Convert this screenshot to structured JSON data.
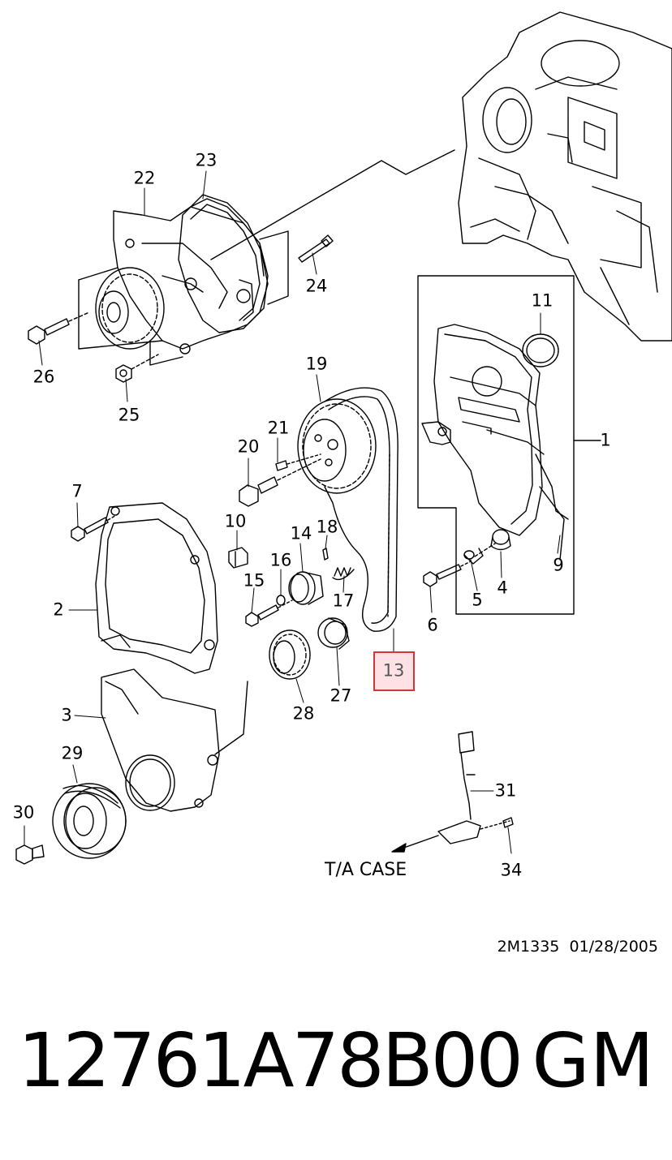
{
  "diagram": {
    "callouts": [
      {
        "id": "1",
        "label": "1"
      },
      {
        "id": "2",
        "label": "2"
      },
      {
        "id": "3",
        "label": "3"
      },
      {
        "id": "4",
        "label": "4"
      },
      {
        "id": "5",
        "label": "5"
      },
      {
        "id": "6",
        "label": "6"
      },
      {
        "id": "7",
        "label": "7"
      },
      {
        "id": "9",
        "label": "9"
      },
      {
        "id": "10",
        "label": "10"
      },
      {
        "id": "11",
        "label": "11"
      },
      {
        "id": "13",
        "label": "13",
        "highlighted": true
      },
      {
        "id": "14",
        "label": "14"
      },
      {
        "id": "15",
        "label": "15"
      },
      {
        "id": "16",
        "label": "16"
      },
      {
        "id": "17",
        "label": "17"
      },
      {
        "id": "18",
        "label": "18"
      },
      {
        "id": "19",
        "label": "19"
      },
      {
        "id": "20",
        "label": "20"
      },
      {
        "id": "21",
        "label": "21"
      },
      {
        "id": "22",
        "label": "22"
      },
      {
        "id": "23",
        "label": "23"
      },
      {
        "id": "24",
        "label": "24"
      },
      {
        "id": "25",
        "label": "25"
      },
      {
        "id": "26",
        "label": "26"
      },
      {
        "id": "27",
        "label": "27"
      },
      {
        "id": "28",
        "label": "28"
      },
      {
        "id": "29",
        "label": "29"
      },
      {
        "id": "30",
        "label": "30"
      },
      {
        "id": "31",
        "label": "31"
      },
      {
        "id": "34",
        "label": "34"
      }
    ],
    "direction_label": "T/A CASE",
    "reference": "2M1335  01/28/2005"
  },
  "footer": {
    "part_number": "12761A78B00",
    "brand": "GM"
  },
  "colors": {
    "highlight_border": "#d9343a",
    "highlight_fill": "#fde1e4"
  }
}
